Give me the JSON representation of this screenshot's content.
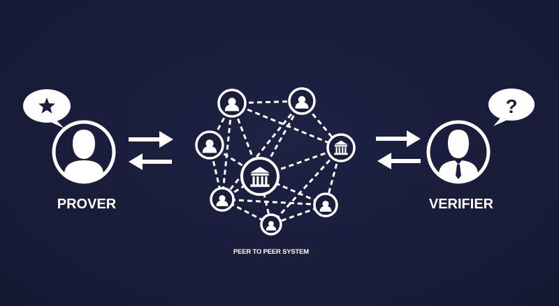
{
  "diagram": {
    "prover_label": "PROVER",
    "verifier_label": "VERIFIER",
    "network_label": "PEER TO PEER SYSTEM",
    "prover_bubble_icon": "star-icon",
    "verifier_bubble_icon": "question-mark-icon",
    "verifier_bubble_text": "?",
    "node_icons": [
      "user-icon",
      "bank-icon"
    ],
    "colors": {
      "background": "#1a1e3b",
      "foreground": "#ffffff"
    }
  }
}
